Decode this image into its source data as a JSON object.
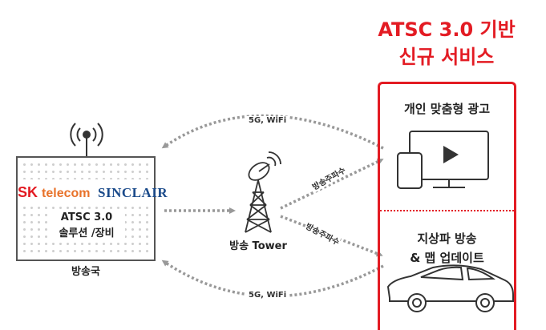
{
  "title": {
    "line1": "ATSC 3.0 기반",
    "line2": "신규 서비스"
  },
  "services": {
    "service1": "개인 맞춤형 광고",
    "service2_line1": "지상파 방송",
    "service2_line2": "& 맵 업데이트"
  },
  "station": {
    "logo_sk": "SK",
    "logo_telecom": "telecom",
    "logo_sinclair": "SINCLAIR",
    "solution_line1": "ATSC 3.0",
    "solution_line2": "솔루션 /장비",
    "label": "방송국"
  },
  "tower": {
    "label": "방송 Tower"
  },
  "links": {
    "top": "5G, WiFi",
    "bottom": "5G, WiFi",
    "freq_to_devices": "방송주파수",
    "freq_to_car": "방송주파수"
  },
  "colors": {
    "accent": "#e31b23",
    "arrow": "#999999",
    "line": "#333333"
  }
}
